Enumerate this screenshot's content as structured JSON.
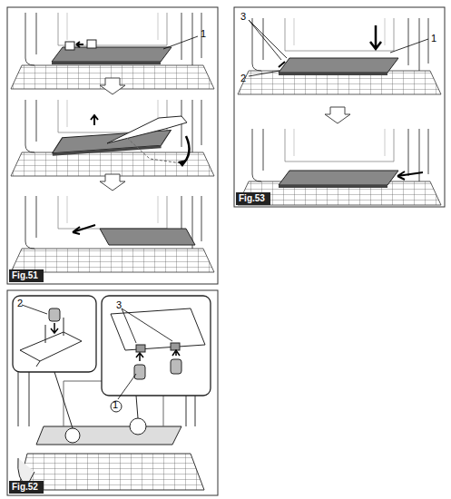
{
  "diagram": {
    "labels": [
      "1",
      "Fig.51",
      "3",
      "1",
      "2",
      "Fig.53",
      "2",
      "3",
      "1",
      "Fig.52"
    ]
  }
}
